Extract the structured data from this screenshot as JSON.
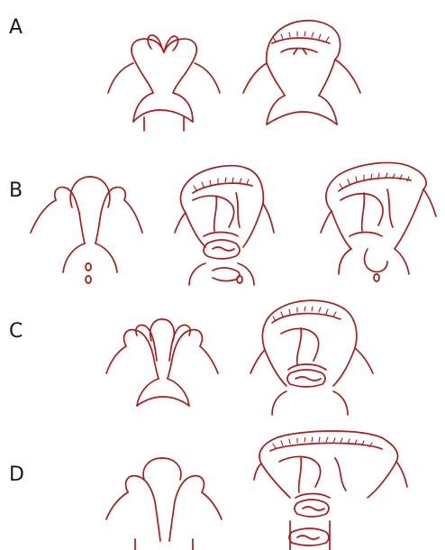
{
  "rows": [
    {
      "label": "A"
    },
    {
      "label": "B"
    },
    {
      "label": "C"
    },
    {
      "label": "D"
    }
  ],
  "ink_color": "#a81e1e"
}
